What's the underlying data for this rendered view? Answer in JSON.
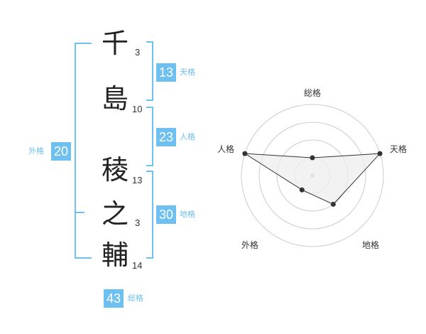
{
  "name": [
    {
      "char": "千",
      "strokes": "3"
    },
    {
      "char": "島",
      "strokes": "10"
    },
    {
      "char": "稜",
      "strokes": "13"
    },
    {
      "char": "之",
      "strokes": "3"
    },
    {
      "char": "輔",
      "strokes": "14"
    }
  ],
  "kakusu": {
    "tenkaku": {
      "value": "13",
      "label": "天格"
    },
    "jinkaku": {
      "value": "23",
      "label": "人格"
    },
    "chikaku": {
      "value": "30",
      "label": "地格"
    },
    "gaikaku": {
      "value": "20",
      "label": "外格"
    },
    "soukaku": {
      "value": "43",
      "label": "総格"
    }
  },
  "chart_data": {
    "type": "radar",
    "axes": [
      "総格",
      "天格",
      "地格",
      "外格",
      "人格"
    ],
    "levels": 4,
    "values": [
      1,
      4,
      2,
      1,
      4
    ],
    "max": 4,
    "colors": {
      "fill": "#eeeeee",
      "line": "#333333",
      "grid": "#cccccc",
      "point": "#333333"
    }
  }
}
